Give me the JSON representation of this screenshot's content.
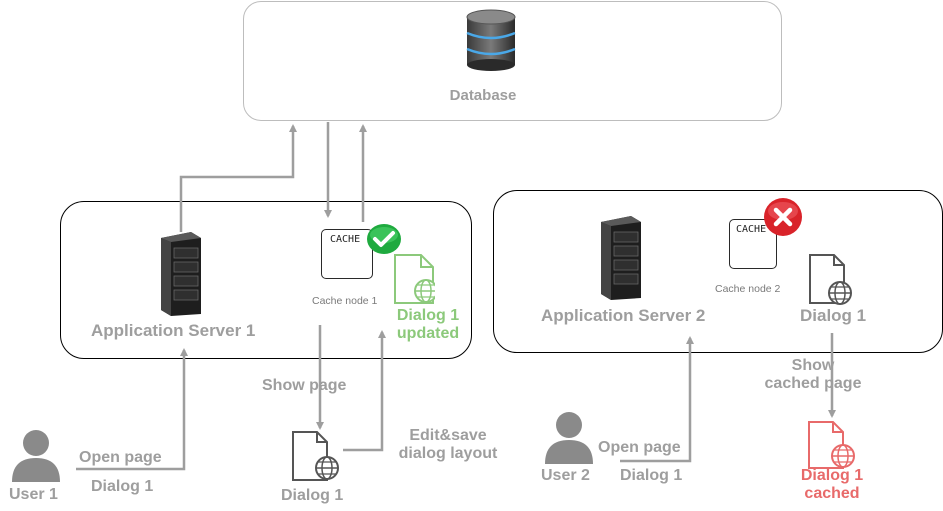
{
  "database": {
    "label": "Database"
  },
  "server1": {
    "label": "Application Server 1",
    "cache_label": "CACHE",
    "cache_node_label": "Cache node 1",
    "dialog_updated_label": "Dialog 1\nupdated"
  },
  "server2": {
    "label": "Application Server 2",
    "cache_label": "CACHE",
    "cache_node_label": "Cache node 2",
    "dialog_label": "Dialog 1"
  },
  "user1": {
    "label": "User 1",
    "open_page_label": "Open page",
    "dialog_label": "Dialog 1"
  },
  "user2": {
    "label": "User 2",
    "open_page_label": "Open page",
    "dialog_label": "Dialog 1"
  },
  "flow": {
    "show_page_label": "Show page",
    "edit_save_label": "Edit&save\ndialog layout",
    "client_dialog_label": "Dialog 1",
    "show_cached_label": "Show\ncached page",
    "cached_dialog_label": "Dialog 1\ncached"
  },
  "colors": {
    "arrow": "#9e9e9e",
    "updated": "#8cc97b",
    "cached": "#e86a6a",
    "ok_badge": "#22b14c",
    "error_badge": "#d9232a"
  }
}
